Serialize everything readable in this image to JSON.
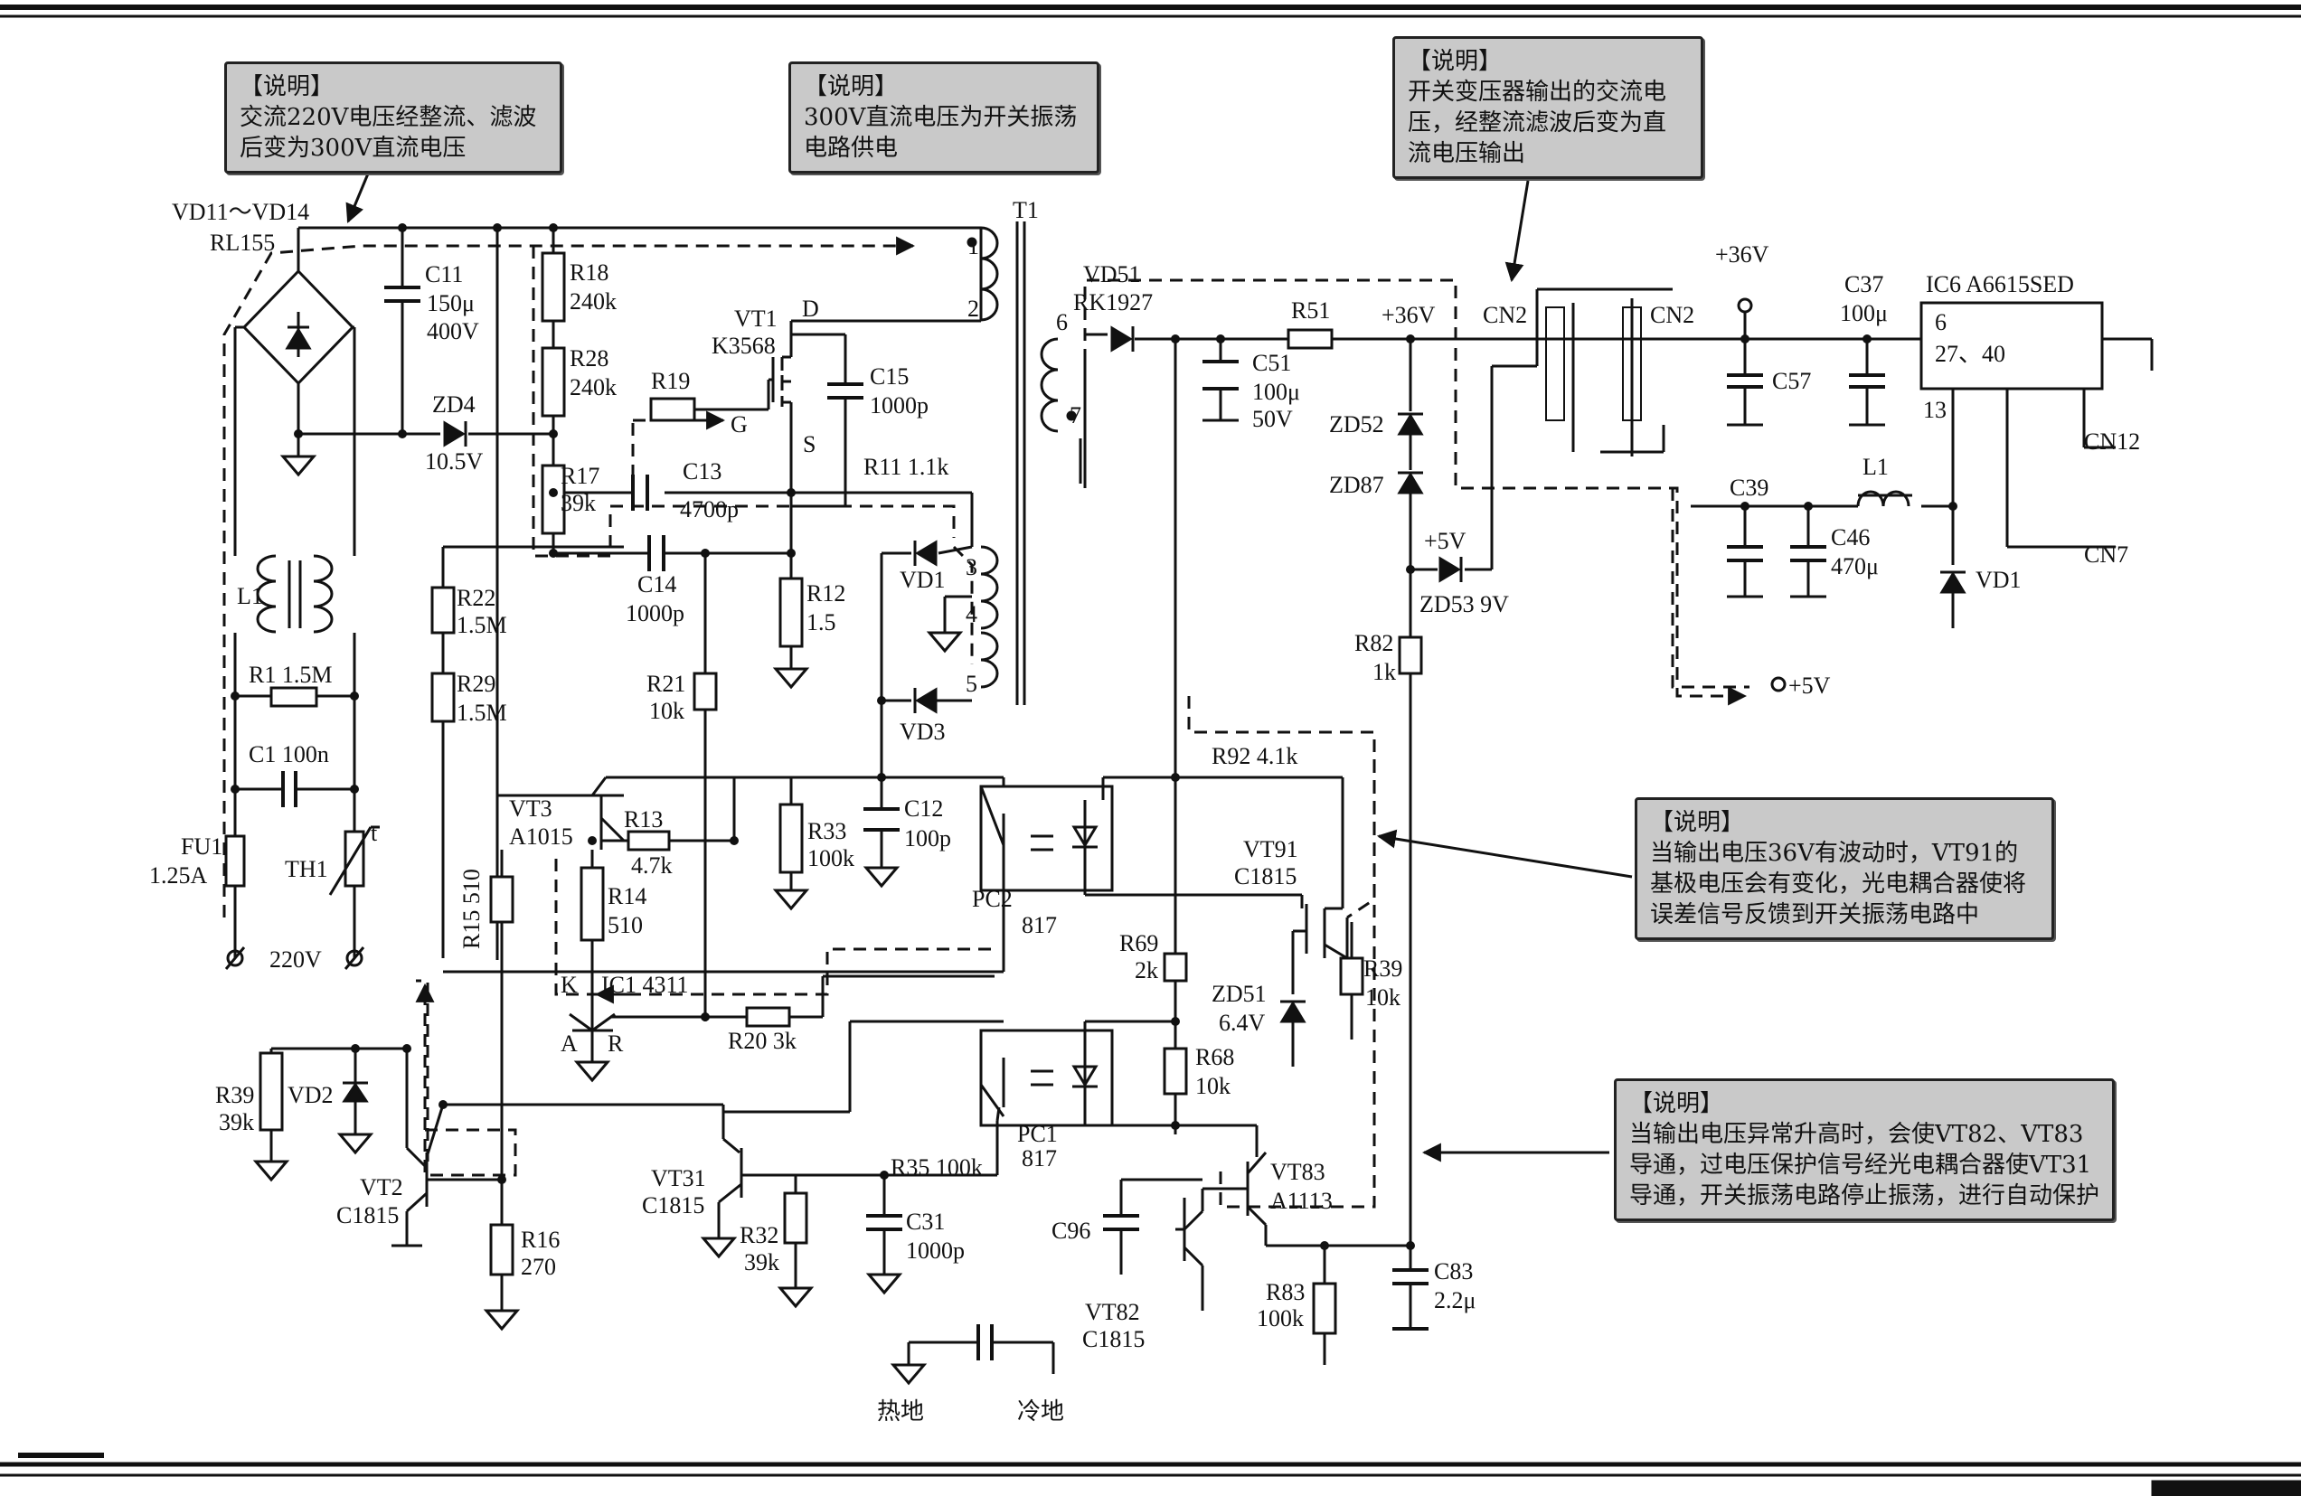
{
  "notes": [
    {
      "title": "【说明】",
      "text": "交流220V电压经整流、滤波后变为300V直流电压"
    },
    {
      "title": "【说明】",
      "text": "300V直流电压为开关振荡电路供电"
    },
    {
      "title": "【说明】",
      "text": "开关变压器输出的交流电压，经整流滤波后变为直流电压输出"
    },
    {
      "title": "【说明】",
      "text": "当输出电压36V有波动时，VT91的基极电压会有变化，光电耦合器使将误差信号反馈到开关振荡电路中"
    },
    {
      "title": "【说明】",
      "text": "当输出电压异常升高时，会使VT82、VT83导通，过电压保护信号经光电耦合器使VT31导通，开关振荡电路停止振荡，进行自动保护"
    }
  ],
  "labels": {
    "vd11": "VD11～VD14",
    "rl155": "RL155",
    "c11": "C11",
    "c11v": "150μ",
    "c11u": "400V",
    "zd4": "ZD4",
    "zd4v": "10.5V",
    "l1": "L1",
    "r1": "R1 1.5M",
    "c1": "C1 100n",
    "fu1": "FU1",
    "fu1v": "1.25A",
    "th1": "TH1",
    "t": "t",
    "ac": "220V",
    "r18": "R18",
    "r18v": "240k",
    "r28": "R28",
    "r28v": "240k",
    "r19": "R19",
    "r17": "R17",
    "r17v": "39k",
    "r22": "R22",
    "r22v": "1.5M",
    "r29": "R29",
    "r29v": "1.5M",
    "vt1": "VT1",
    "vt1t": "K3568",
    "d": "D",
    "g": "G",
    "s": "S",
    "c15": "C15",
    "c15v": "1000p",
    "c13": "C13",
    "c13v": "4700p",
    "r11": "R11 1.1k",
    "c14": "C14",
    "c14v": "1000p",
    "r12": "R12",
    "r12v": "1.5",
    "r21": "R21",
    "r21v": "10k",
    "t1": "T1",
    "p1": "1",
    "p2": "2",
    "p3": "3",
    "p4": "4",
    "p5": "5",
    "p6": "6",
    "p7": "7",
    "vd1": "VD1",
    "vd3": "VD3",
    "vt3": "VT3",
    "vt3t": "A1015",
    "r13": "R13",
    "r13v": "4.7k",
    "r14": "R14",
    "r14v": "510",
    "r15": "R15 510",
    "r33": "R33",
    "r33v": "100k",
    "c12": "C12",
    "c12v": "100p",
    "pc2": "PC2",
    "pc2v": "817",
    "ic1": "IC1 4311",
    "k": "K",
    "a": "A",
    "r": "R",
    "r20": "R20 3k",
    "r39": "R39",
    "r39v": "39k",
    "vd2": "VD2",
    "vt2": "VT2",
    "vt2t": "C1815",
    "r16": "R16",
    "r16v": "270",
    "vt31": "VT31",
    "vt31t": "C1815",
    "r35": "R35 100k",
    "r32": "R32",
    "r32v": "39k",
    "c31": "C31",
    "c31v": "1000p",
    "pc1": "PC1",
    "pc1v": "817",
    "hotgnd": "热地",
    "coldgnd": "冷地",
    "vd51": "VD51",
    "vd51t": "RK1927",
    "r51": "R51",
    "p36a": "+36V",
    "c51": "C51",
    "c51v": "100μ",
    "c51u": "50V",
    "zd52": "ZD52",
    "zd87": "ZD87",
    "p5va": "+5V",
    "zd53": "ZD53 9V",
    "r82": "R82",
    "r82v": "1k",
    "r92": "R92 4.1k",
    "vt91": "VT91",
    "vt91t": "C1815",
    "r69": "R69",
    "r69v": "2k",
    "zd51": "ZD51",
    "zd51v": "6.4V",
    "r39b": "R39",
    "r39bv": "10k",
    "r68": "R68",
    "r68v": "10k",
    "vt83": "VT83",
    "vt83t": "A1113",
    "c96": "C96",
    "vt82": "VT82",
    "vt82t": "C1815",
    "r83": "R83",
    "r83v": "100k",
    "c83": "C83",
    "c83v": "2.2μ",
    "cn2a": "CN2",
    "cn2b": "CN2",
    "p36b": "+36V",
    "c37": "C37",
    "c37v": "100μ",
    "ic6": "IC6 A6615SED",
    "ic6p6": "6",
    "ic6p27": "27、40",
    "ic6p13": "13",
    "c57": "C57",
    "c39": "C39",
    "l1b": "L1",
    "c46": "C46",
    "c46v": "470μ",
    "vd1b": "VD1",
    "cn12": "CN12",
    "cn7": "CN7",
    "p5vb": "+5V"
  }
}
